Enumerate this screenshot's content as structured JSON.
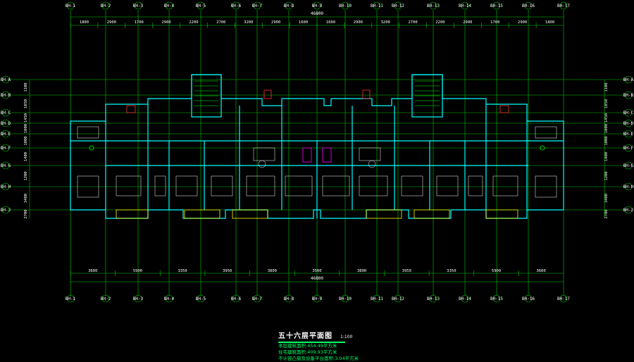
{
  "drawing": {
    "title": "五十六层平面图",
    "scale": "1:100",
    "notes": [
      "本层建筑面积:454.49平方米",
      "住宅建筑面积:409.93平方米",
      "不计容凸窗及设备平台面积:3.04平方米"
    ],
    "colors": {
      "background": "#000000",
      "axis": "#00ff00",
      "wall": "#00ffff",
      "text": "#ffffff",
      "annotation": "#ffff00",
      "fixture": "#ff3333",
      "door": "#ff00ff"
    },
    "overall_width": "46800",
    "top_dims": [
      "1800",
      "2900",
      "1700",
      "2900",
      "2200",
      "2700",
      "3200",
      "2900",
      "1600",
      "1600",
      "2900",
      "3200",
      "2700",
      "2200",
      "2900",
      "1700",
      "2900",
      "1800"
    ],
    "bottom_dims": [
      "3600",
      "5900",
      "3350",
      "3950",
      "3800",
      "3500",
      "3800",
      "3950",
      "3350",
      "5900",
      "3600"
    ],
    "left_dims": [
      "1100",
      "1050",
      "1450",
      "1000",
      "1000",
      "1400",
      "1200",
      "3400",
      "2700"
    ],
    "right_dims": [
      "1100",
      "1050",
      "1450",
      "1000",
      "1000",
      "1400",
      "1200",
      "3400",
      "2700"
    ],
    "vertical_axes": [
      "BH-1",
      "BH-2",
      "BH-3",
      "BH-4",
      "BH-5",
      "BH-6",
      "BH-7",
      "BH-8",
      "BH-9",
      "BH-10",
      "BH-11",
      "BH-12",
      "BH-13",
      "BH-14",
      "BH-15",
      "BH-16",
      "BH-17"
    ],
    "horizontal_axes": [
      "BH-A",
      "BH-B",
      "BH-C",
      "BH-D",
      "BH-E",
      "BH-F",
      "BH-G",
      "BH-H",
      "BH-J"
    ]
  }
}
